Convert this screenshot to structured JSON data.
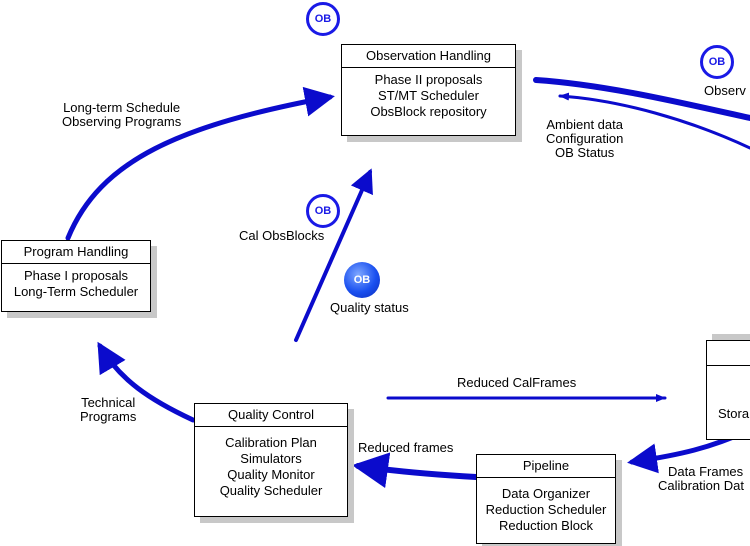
{
  "colors": {
    "arrow": "#0b0bcc",
    "shadow": "#c8c8c8",
    "ob": "#1a1ae6"
  },
  "boxes": {
    "observation_handling": {
      "title": "Observation Handling",
      "lines": [
        "Phase II proposals",
        "ST/MT Scheduler",
        "ObsBlock repository"
      ]
    },
    "program_handling": {
      "title": "Program Handling",
      "lines": [
        "Phase I proposals",
        "Long-Term Scheduler"
      ]
    },
    "quality_control": {
      "title": "Quality Control",
      "lines": [
        "Calibration Plan",
        "Simulators",
        "Quality Monitor",
        "Quality Scheduler"
      ]
    },
    "pipeline": {
      "title": "Pipeline",
      "lines": [
        "Data Organizer",
        "Reduction Scheduler",
        "Reduction Block"
      ]
    },
    "storage_partial": {
      "line": "Stora"
    }
  },
  "labels": {
    "long_term": [
      "Long-term Schedule",
      "Observing Programs"
    ],
    "ambient": [
      "Ambient data",
      "Configuration",
      "OB Status"
    ],
    "observ_partial": "Observ",
    "cal_obsblocks": "Cal ObsBlocks",
    "quality_status": "Quality status",
    "technical": [
      "Technical",
      "Programs"
    ],
    "reduced_calframes": "Reduced CalFrames",
    "reduced_frames": "Reduced frames",
    "data_frames": [
      "Data Frames",
      "Calibration Dat"
    ]
  },
  "ob_badges": [
    "OB",
    "OB",
    "OB",
    "OB"
  ]
}
